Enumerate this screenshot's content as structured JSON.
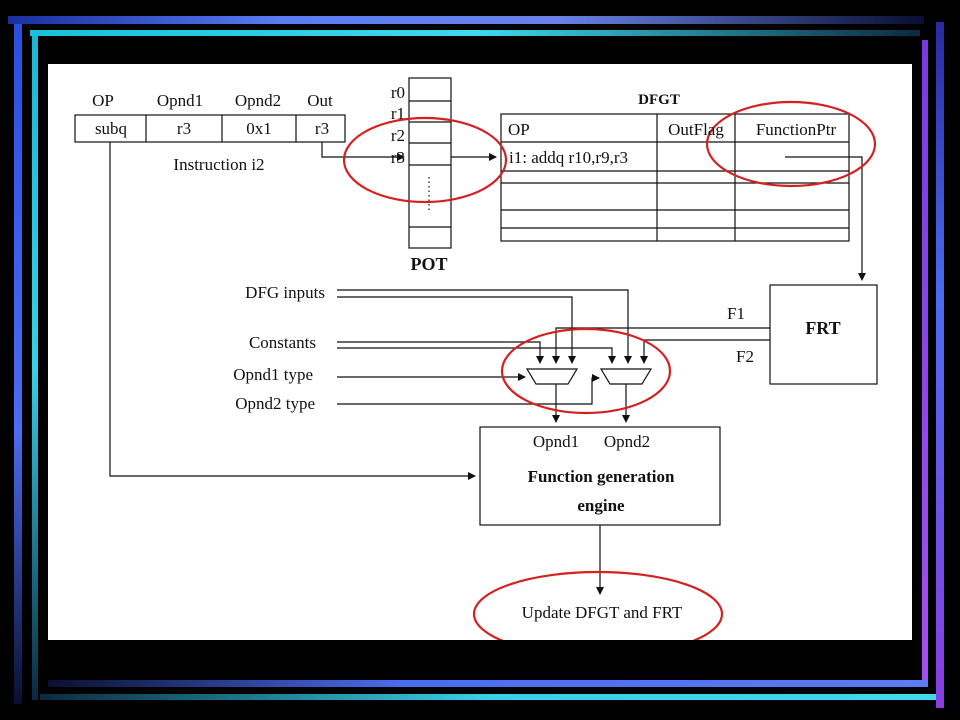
{
  "instruction": {
    "headers": [
      "OP",
      "Opnd1",
      "Opnd2",
      "Out"
    ],
    "cells": [
      "subq",
      "r3",
      "0x1",
      "r3"
    ],
    "caption": "Instruction i2"
  },
  "pot": {
    "registers": [
      "r0",
      "r1",
      "r2",
      "r3"
    ],
    "label": "POT"
  },
  "dfgt": {
    "title": "DFGT",
    "headers": [
      "OP",
      "OutFlag",
      "FunctionPtr"
    ],
    "row1": "i1: addq r10,r9,r3"
  },
  "frt": {
    "label": "FRT",
    "out1": "F1",
    "out2": "F2"
  },
  "inputs": {
    "dfg_inputs": "DFG inputs",
    "constants": "Constants",
    "opnd1_type": "Opnd1 type",
    "opnd2_type": "Opnd2 type"
  },
  "engine": {
    "opnd1": "Opnd1",
    "opnd2": "Opnd2",
    "title_line1": "Function generation",
    "title_line2": "engine"
  },
  "update": "Update DFGT and FRT",
  "colors": {
    "highlight": "#d62020",
    "bar_blue": "#4a6cf0",
    "bar_cyan": "#38d0e8",
    "bar_purple": "#8a3de0"
  }
}
